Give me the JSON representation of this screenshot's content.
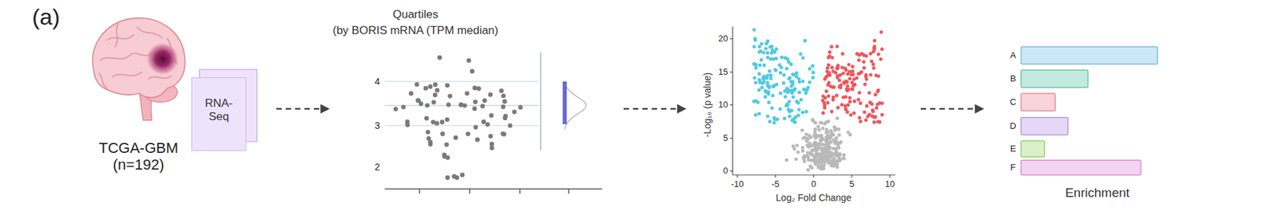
{
  "diagram": {
    "nodes": [
      {
        "text": [
          "RNA-Seq"
        ]
      },
      {
        "text": [
          "Quartiles",
          "(by BORIS mRNA (TPM median)"
        ]
      },
      {
        "text": [
          "-Log₁₀ (p value)",
          "Log₂ Fold Change"
        ]
      },
      {
        "text": [
          "Enrichment"
        ]
      }
    ],
    "edges": [
      {
        "from": 0,
        "to": 1,
        "arrow": "to"
      },
      {
        "from": 1,
        "to": 2,
        "arrow": "to"
      },
      {
        "from": 2,
        "to": 3,
        "arrow": "to"
      }
    ],
    "labels": [
      "(a)",
      "TCGA-GBM (n=192)",
      "4",
      "3",
      "2",
      "-10",
      "-5",
      "0",
      "5",
      "10",
      "0",
      "5",
      "10",
      "15",
      "20",
      "A",
      "B",
      "C",
      "D",
      "E",
      "F"
    ]
  }
}
